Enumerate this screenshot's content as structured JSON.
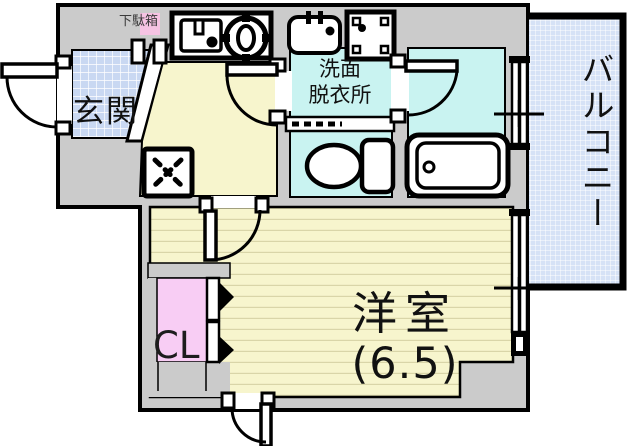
{
  "plan": {
    "type": "apartment-floorplan",
    "labels": {
      "genkan": "玄関",
      "shoe_cabinet": "下駄箱",
      "washroom_line1": "洗面",
      "washroom_line2": "脱衣所",
      "closet": "CL",
      "western_room": "洋室",
      "western_room_size": "(6.5)",
      "balcony": "バルコニー"
    },
    "icons": {
      "entrance_door": "swing-door-icon",
      "interior_door": "swing-door-icon",
      "kitchen_sink": "kitchen-sink-icon",
      "stove": "single-burner-stove-icon",
      "wash_basin": "wash-basin-icon",
      "washing_machine": "washing-machine-icon",
      "floor_cross_box": "crossed-box-icon",
      "toilet": "toilet-icon",
      "bathtub": "bathtub-icon",
      "bifold_door": "bifold-door-icon",
      "window": "sliding-window-icon"
    },
    "colors": {
      "wall": "#cbcbcb",
      "outline": "#000000",
      "tile_blue": "#c9d8f2",
      "balcony_blue": "#d6e2f6",
      "floor_yellow": "#f7f5cd",
      "stripe": "#d9d5a8",
      "wet_cyan": "#c9f3f1",
      "closet_pink": "#f8cdf4",
      "shoe_pink": "#f6c3e3"
    }
  }
}
